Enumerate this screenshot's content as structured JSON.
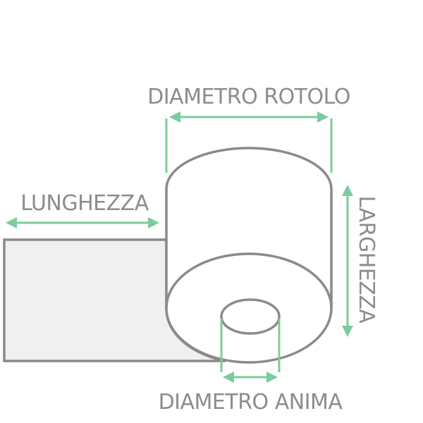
{
  "labels": {
    "roll_diameter": "DIAMETRO ROTOLO",
    "length": "LUNGHEZZA",
    "width": "LARGHEZZA",
    "core_diameter": "DIAMETRO ANIMA"
  },
  "colors": {
    "dimension": "#7ccb9c",
    "outline": "#8a8a8a",
    "label": "#8c8c8c",
    "sheet_fill": "#f0f0f0"
  }
}
